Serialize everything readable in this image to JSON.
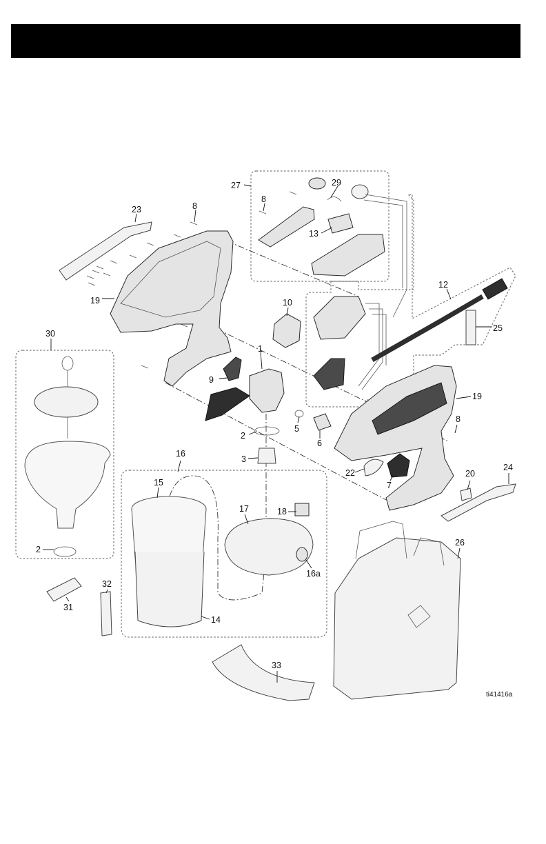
{
  "figure_id": "ti41416a",
  "labels": {
    "l1": "1",
    "l2a": "2",
    "l2b": "2",
    "l3": "3",
    "l5": "5",
    "l6": "6",
    "l7": "7",
    "l8a": "8",
    "l8b": "8",
    "l8c": "8",
    "l9": "9",
    "l10": "10",
    "l12": "12",
    "l13": "13",
    "l14": "14",
    "l15": "15",
    "l16": "16",
    "l16a": "16a",
    "l17": "17",
    "l18": "18",
    "l19a": "19",
    "l19b": "19",
    "l20": "20",
    "l22": "22",
    "l23": "23",
    "l24": "24",
    "l25": "25",
    "l26": "26",
    "l27": "27",
    "l29": "29",
    "l30": "30",
    "l31": "31",
    "l32": "32",
    "l33": "33"
  }
}
